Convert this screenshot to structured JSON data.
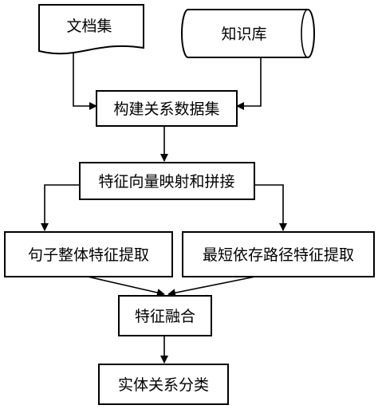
{
  "nodes": {
    "document_set": "文档集",
    "knowledge_base": "知识库",
    "build_dataset": "构建关系数据集",
    "feature_mapping": "特征向量映射和拼接",
    "sentence_features": "句子整体特征提取",
    "sdp_features": "最短依存路径特征提取",
    "feature_fusion": "特征融合",
    "classification": "实体关系分类"
  }
}
